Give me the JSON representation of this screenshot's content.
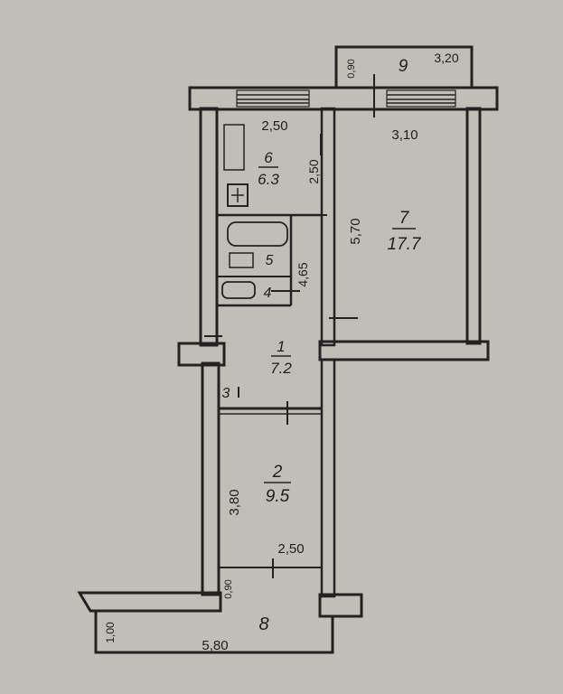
{
  "plan": {
    "rooms": [
      {
        "number": "1",
        "area": "7.2"
      },
      {
        "number": "2",
        "area": "9.5"
      },
      {
        "number": "3",
        "area": ""
      },
      {
        "number": "4",
        "area": ""
      },
      {
        "number": "5",
        "area": ""
      },
      {
        "number": "6",
        "area": "6.3"
      },
      {
        "number": "7",
        "area": "17.7"
      },
      {
        "number": "8",
        "area": ""
      },
      {
        "number": "9",
        "area": ""
      }
    ],
    "dimensions": [
      "2,50",
      "3,10",
      "2,50",
      "5,70",
      "4,65",
      "3,80",
      "2,50",
      "5,80",
      "1,00",
      "0,90",
      "3,20",
      "0,90"
    ]
  }
}
